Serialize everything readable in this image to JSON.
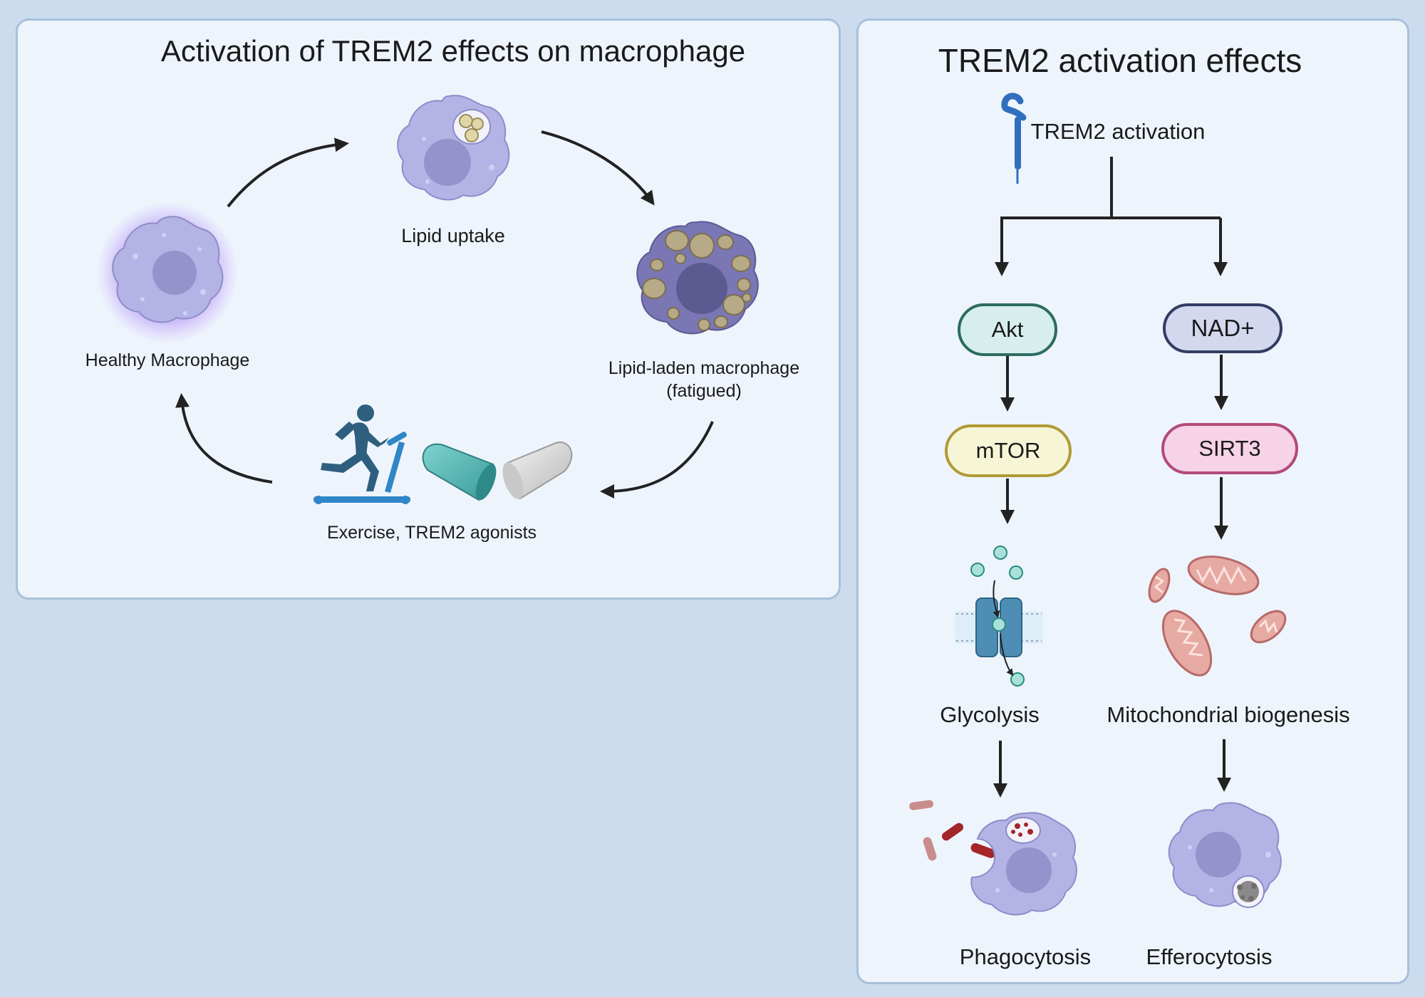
{
  "left_panel": {
    "title": "Activation of TREM2 effects on macrophage",
    "stages": {
      "healthy": "Healthy Macrophage",
      "uptake": "Lipid uptake",
      "laden_line1": "Lipid-laden macrophage",
      "laden_line2": "(fatigued)",
      "intervention": "Exercise, TREM2 agonists"
    }
  },
  "right_panel": {
    "title": "TREM2 activation effects",
    "receptor_label": "TREM2 activation",
    "left_branch": {
      "node1": "Akt",
      "node2": "mTOR",
      "process": "Glycolysis",
      "outcome": "Phagocytosis"
    },
    "right_branch": {
      "node1": "NAD+",
      "node2": "SIRT3",
      "process": "Mitochondrial biogenesis",
      "outcome": "Efferocytosis"
    }
  },
  "colors": {
    "background": "#cadcee",
    "panel": "#eef4fc",
    "cell": "#b4b3e6",
    "nucleus": "#9592cc",
    "akt_fill": "#d6efec",
    "akt_border": "#2d6b60",
    "mtor_fill": "#f6f5d6",
    "mtor_border": "#b09a37",
    "nad_fill": "#d4d8ee",
    "nad_border": "#333d63",
    "sirt3_fill": "#f6d3e6",
    "sirt3_border": "#b24a7a"
  }
}
